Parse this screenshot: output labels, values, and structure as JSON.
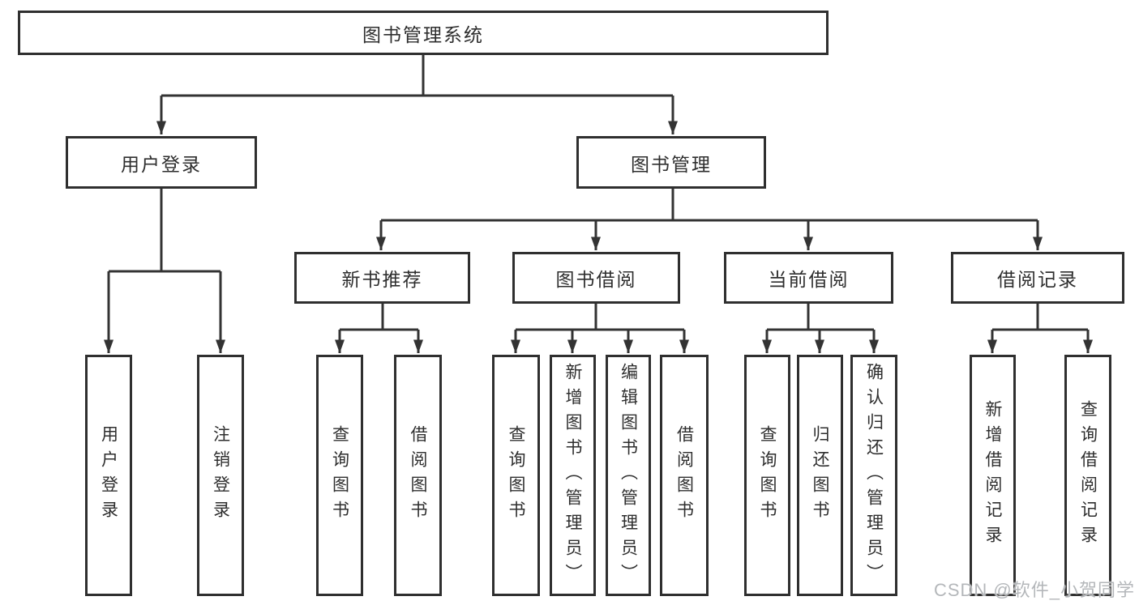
{
  "tree": {
    "root": {
      "label": "图书管理系统"
    },
    "branches": [
      {
        "label": "用户登录",
        "leaves": [
          {
            "label": "用户登录"
          },
          {
            "label": "注销登录"
          }
        ]
      },
      {
        "label": "图书管理",
        "groups": [
          {
            "label": "新书推荐",
            "leaves": [
              {
                "label": "查询图书"
              },
              {
                "label": "借阅图书"
              }
            ]
          },
          {
            "label": "图书借阅",
            "leaves": [
              {
                "label": "查询图书"
              },
              {
                "label": "新增图书（管理员）"
              },
              {
                "label": "编辑图书（管理员）"
              },
              {
                "label": "借阅图书"
              }
            ]
          },
          {
            "label": "当前借阅",
            "leaves": [
              {
                "label": "查询图书"
              },
              {
                "label": "归还图书"
              },
              {
                "label": "确认归还（管理员）"
              }
            ]
          },
          {
            "label": "借阅记录",
            "leaves": [
              {
                "label": "新增借阅记录"
              },
              {
                "label": "查询借阅记录"
              }
            ]
          }
        ]
      }
    ]
  },
  "watermark": "CSDN @软件_小贺同学",
  "colors": {
    "ink": "#2f2f2f",
    "line": "#333333",
    "watermark": "#b4b7ba",
    "background": "#ffffff"
  }
}
